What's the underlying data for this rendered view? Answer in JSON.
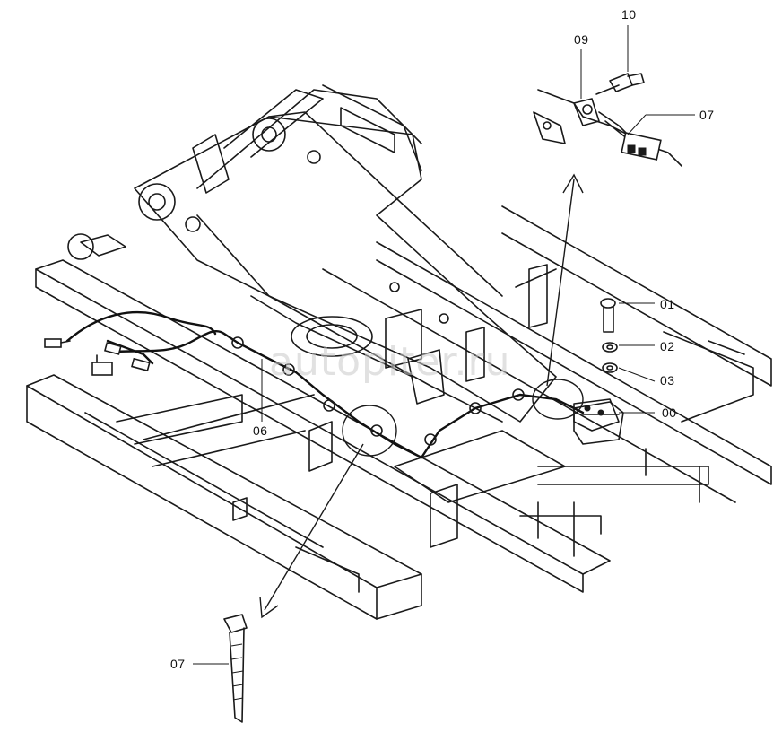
{
  "watermark": "autopiter.ru",
  "callouts": {
    "c10": "10",
    "c09": "09",
    "c07_top": "07",
    "c01": "01",
    "c02": "02",
    "c03": "03",
    "c00": "00",
    "c06": "06",
    "c07_bottom": "07"
  },
  "colors": {
    "line": "#1a1a1a",
    "background": "#ffffff",
    "watermark": "#c9c9c9"
  }
}
